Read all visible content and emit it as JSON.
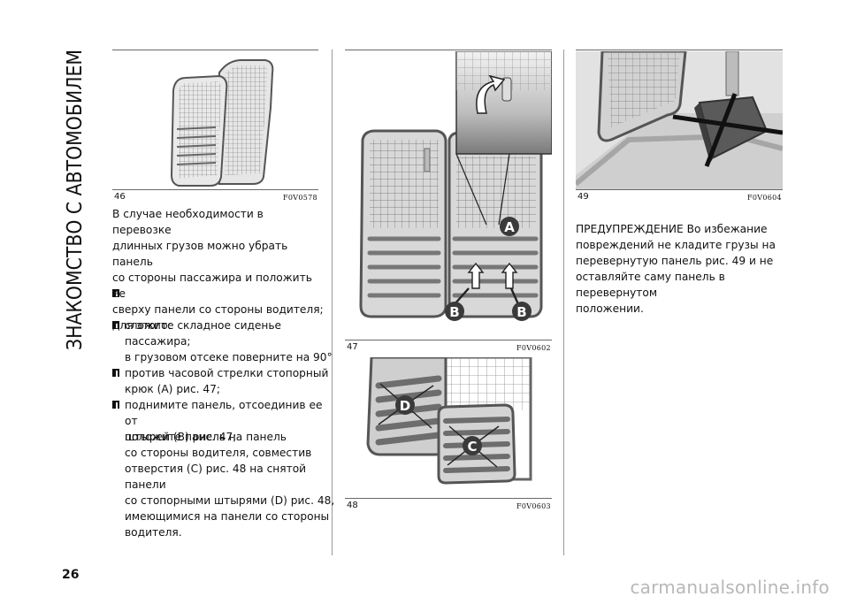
{
  "side_title": "ЗНАКОМСТВО С АВТОМОБИЛЕМ",
  "page_number": "26",
  "figures": [
    {
      "num": "46",
      "code": "F0V0578"
    },
    {
      "num": "47",
      "code": "F0V0602"
    },
    {
      "num": "48",
      "code": "F0V0603"
    },
    {
      "num": "49",
      "code": "F0V0604"
    }
  ],
  "callouts": {
    "a": "A",
    "b": "B",
    "c": "C",
    "d": "D"
  },
  "intro_text": "В случае необходимости в перевозке\nдлинных грузов можно убрать панель\nсо стороны пассажира и положить ее\nсверху панели со стороны водителя;\nдля этого:",
  "steps": [
    "сложите складное сиденье\nпассажира;",
    "в грузовом отсеке поверните на 90°\nпротив часовой стрелки стопорный\nкрюк (A) рис. 47;",
    "поднимите панель, отсоединив ее от\nштырей (B) рис. 47;",
    "положите панель на панель\nсо стороны водителя, совместив\nотверстия (C) рис. 48 на снятой панели\nсо стопорными штырями (D) рис. 48,\nимеющимися на панели со стороны\nводителя."
  ],
  "warning": {
    "label": "ПРЕДУПРЕЖДЕНИЕ",
    "text": "Во избежание\nповреждений не кладите грузы на\nперевернутую панель рис. 49 и не\nоставляйте саму панель в перевернутом\nположении."
  },
  "watermark": "carmanualsonline.info"
}
